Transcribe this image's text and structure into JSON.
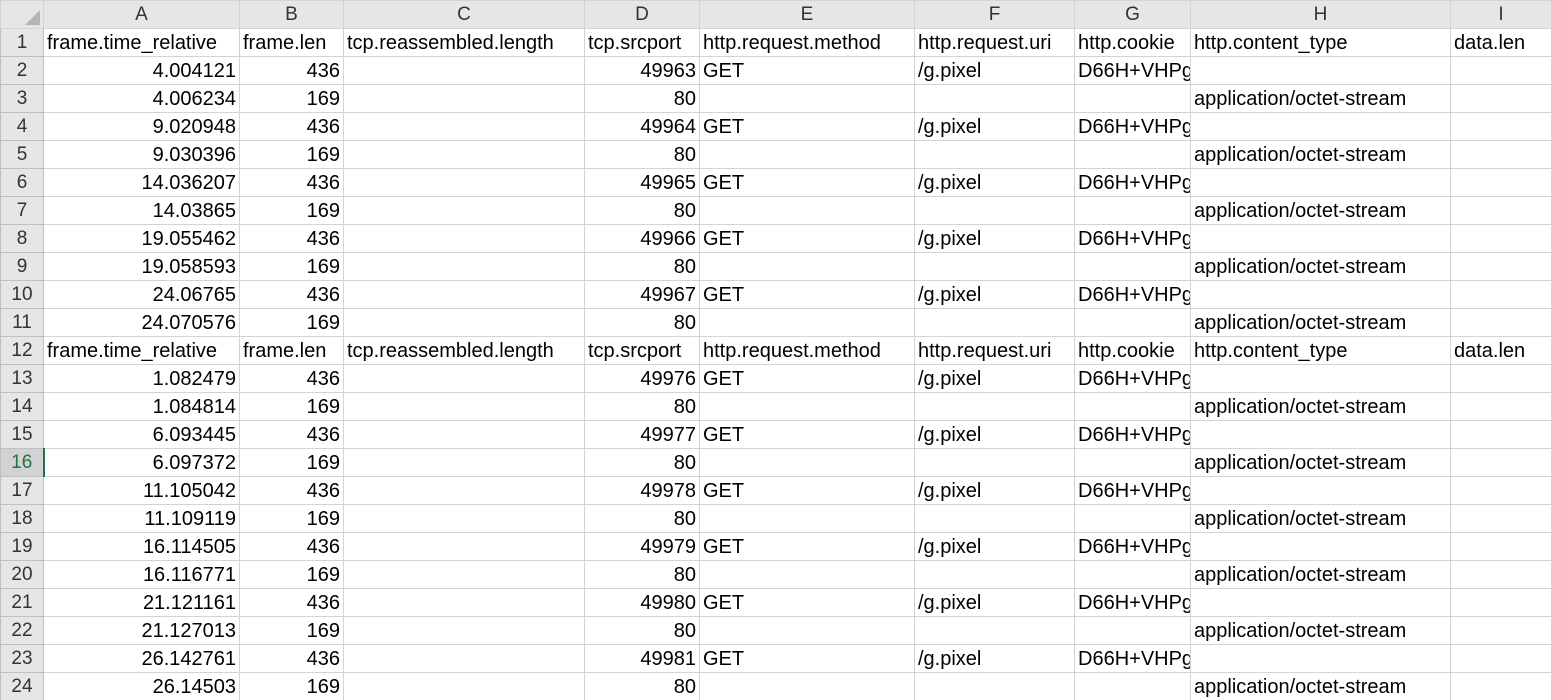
{
  "active_row": 16,
  "columns": [
    "A",
    "B",
    "C",
    "D",
    "E",
    "F",
    "G",
    "H",
    "I"
  ],
  "rows": [
    {
      "n": "1",
      "cells": [
        "frame.time_relative",
        "frame.len",
        "tcp.reassembled.length",
        "tcp.srcport",
        "http.request.method",
        "http.request.uri",
        "http.cookie",
        "http.content_type",
        "data.len"
      ]
    },
    {
      "n": "2",
      "cells": [
        "4.004121",
        "436",
        "",
        "49963",
        "GET",
        "/g.pixel",
        "D66H+VHPg",
        "",
        ""
      ]
    },
    {
      "n": "3",
      "cells": [
        "4.006234",
        "169",
        "",
        "80",
        "",
        "",
        "",
        "application/octet-stream",
        ""
      ]
    },
    {
      "n": "4",
      "cells": [
        "9.020948",
        "436",
        "",
        "49964",
        "GET",
        "/g.pixel",
        "D66H+VHPg",
        "",
        ""
      ]
    },
    {
      "n": "5",
      "cells": [
        "9.030396",
        "169",
        "",
        "80",
        "",
        "",
        "",
        "application/octet-stream",
        ""
      ]
    },
    {
      "n": "6",
      "cells": [
        "14.036207",
        "436",
        "",
        "49965",
        "GET",
        "/g.pixel",
        "D66H+VHPg",
        "",
        ""
      ]
    },
    {
      "n": "7",
      "cells": [
        "14.03865",
        "169",
        "",
        "80",
        "",
        "",
        "",
        "application/octet-stream",
        ""
      ]
    },
    {
      "n": "8",
      "cells": [
        "19.055462",
        "436",
        "",
        "49966",
        "GET",
        "/g.pixel",
        "D66H+VHPg",
        "",
        ""
      ]
    },
    {
      "n": "9",
      "cells": [
        "19.058593",
        "169",
        "",
        "80",
        "",
        "",
        "",
        "application/octet-stream",
        ""
      ]
    },
    {
      "n": "10",
      "cells": [
        "24.06765",
        "436",
        "",
        "49967",
        "GET",
        "/g.pixel",
        "D66H+VHPg",
        "",
        ""
      ]
    },
    {
      "n": "11",
      "cells": [
        "24.070576",
        "169",
        "",
        "80",
        "",
        "",
        "",
        "application/octet-stream",
        ""
      ]
    },
    {
      "n": "12",
      "cells": [
        "frame.time_relative",
        "frame.len",
        "tcp.reassembled.length",
        "tcp.srcport",
        "http.request.method",
        "http.request.uri",
        "http.cookie",
        "http.content_type",
        "data.len"
      ]
    },
    {
      "n": "13",
      "cells": [
        "1.082479",
        "436",
        "",
        "49976",
        "GET",
        "/g.pixel",
        "D66H+VHPg",
        "",
        ""
      ]
    },
    {
      "n": "14",
      "cells": [
        "1.084814",
        "169",
        "",
        "80",
        "",
        "",
        "",
        "application/octet-stream",
        ""
      ]
    },
    {
      "n": "15",
      "cells": [
        "6.093445",
        "436",
        "",
        "49977",
        "GET",
        "/g.pixel",
        "D66H+VHPg",
        "",
        ""
      ]
    },
    {
      "n": "16",
      "cells": [
        "6.097372",
        "169",
        "",
        "80",
        "",
        "",
        "",
        "application/octet-stream",
        ""
      ]
    },
    {
      "n": "17",
      "cells": [
        "11.105042",
        "436",
        "",
        "49978",
        "GET",
        "/g.pixel",
        "D66H+VHPg",
        "",
        ""
      ]
    },
    {
      "n": "18",
      "cells": [
        "11.109119",
        "169",
        "",
        "80",
        "",
        "",
        "",
        "application/octet-stream",
        ""
      ]
    },
    {
      "n": "19",
      "cells": [
        "16.114505",
        "436",
        "",
        "49979",
        "GET",
        "/g.pixel",
        "D66H+VHPg",
        "",
        ""
      ]
    },
    {
      "n": "20",
      "cells": [
        "16.116771",
        "169",
        "",
        "80",
        "",
        "",
        "",
        "application/octet-stream",
        ""
      ]
    },
    {
      "n": "21",
      "cells": [
        "21.121161",
        "436",
        "",
        "49980",
        "GET",
        "/g.pixel",
        "D66H+VHPg",
        "",
        ""
      ]
    },
    {
      "n": "22",
      "cells": [
        "21.127013",
        "169",
        "",
        "80",
        "",
        "",
        "",
        "application/octet-stream",
        ""
      ]
    },
    {
      "n": "23",
      "cells": [
        "26.142761",
        "436",
        "",
        "49981",
        "GET",
        "/g.pixel",
        "D66H+VHPg",
        "",
        ""
      ]
    },
    {
      "n": "24",
      "cells": [
        "26.14503",
        "169",
        "",
        "80",
        "",
        "",
        "",
        "application/octet-stream",
        ""
      ]
    }
  ]
}
